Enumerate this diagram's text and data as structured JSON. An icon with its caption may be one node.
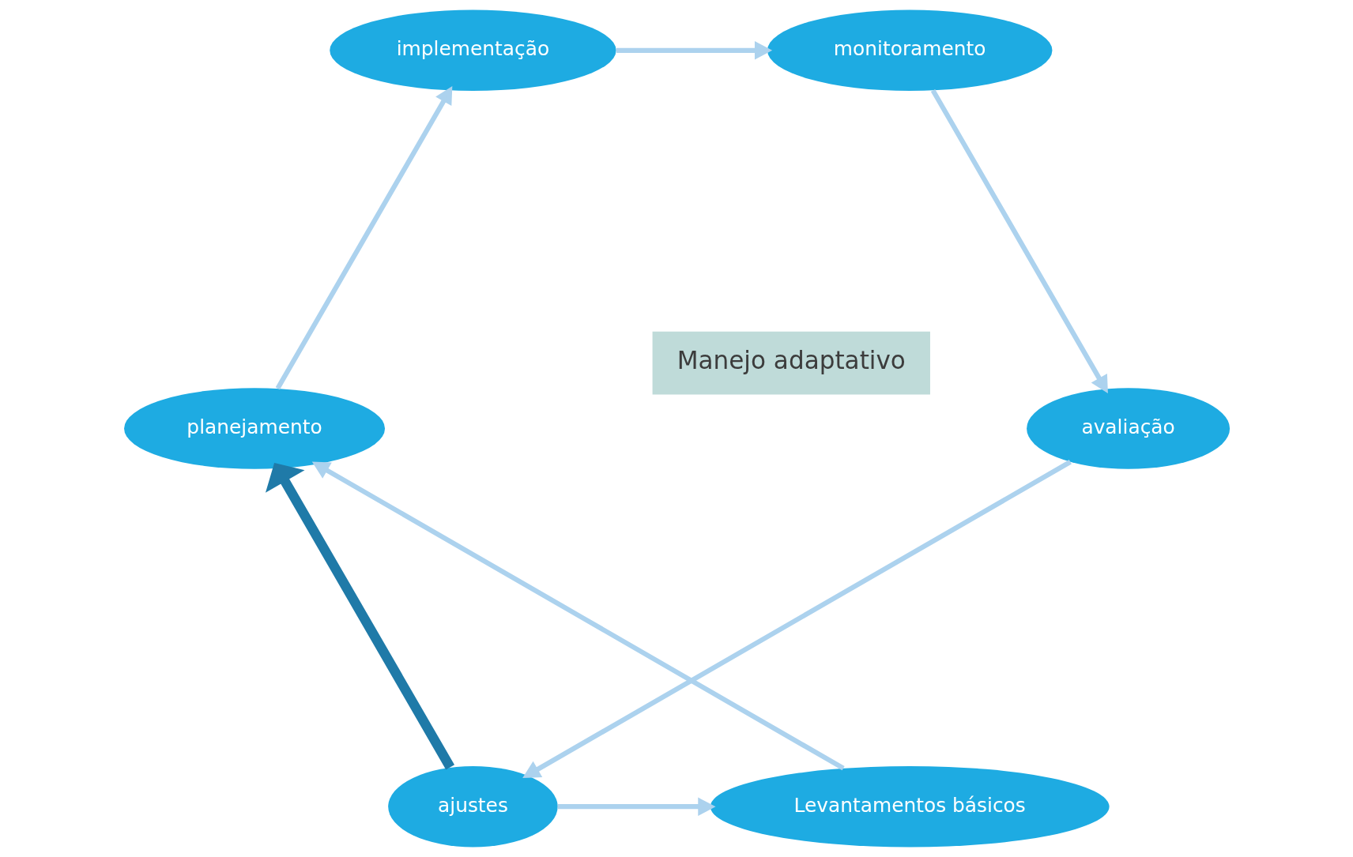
{
  "diagram": {
    "nodes": [
      {
        "text": [
          "Levantamentos básicos"
        ]
      },
      {
        "text": [
          "planejamento"
        ]
      },
      {
        "text": [
          "implementação"
        ]
      },
      {
        "text": [
          "monitoramento"
        ]
      },
      {
        "text": [
          "avaliação"
        ]
      },
      {
        "text": [
          "ajustes"
        ]
      },
      {
        "text": [
          "Manejo adaptativo"
        ]
      }
    ],
    "edges": [
      {
        "from": 0,
        "to": 1,
        "arrow": "to"
      },
      {
        "from": 1,
        "to": 2,
        "arrow": "to"
      },
      {
        "from": 2,
        "to": 3,
        "arrow": "to"
      },
      {
        "from": 3,
        "to": 4,
        "arrow": "to"
      },
      {
        "from": 4,
        "to": 5,
        "arrow": "to"
      },
      {
        "from": 5,
        "to": 0,
        "arrow": "to"
      },
      {
        "from": 5,
        "to": 1,
        "arrow": "to",
        "style": "thick",
        "color": "#1f7aa8"
      }
    ]
  }
}
